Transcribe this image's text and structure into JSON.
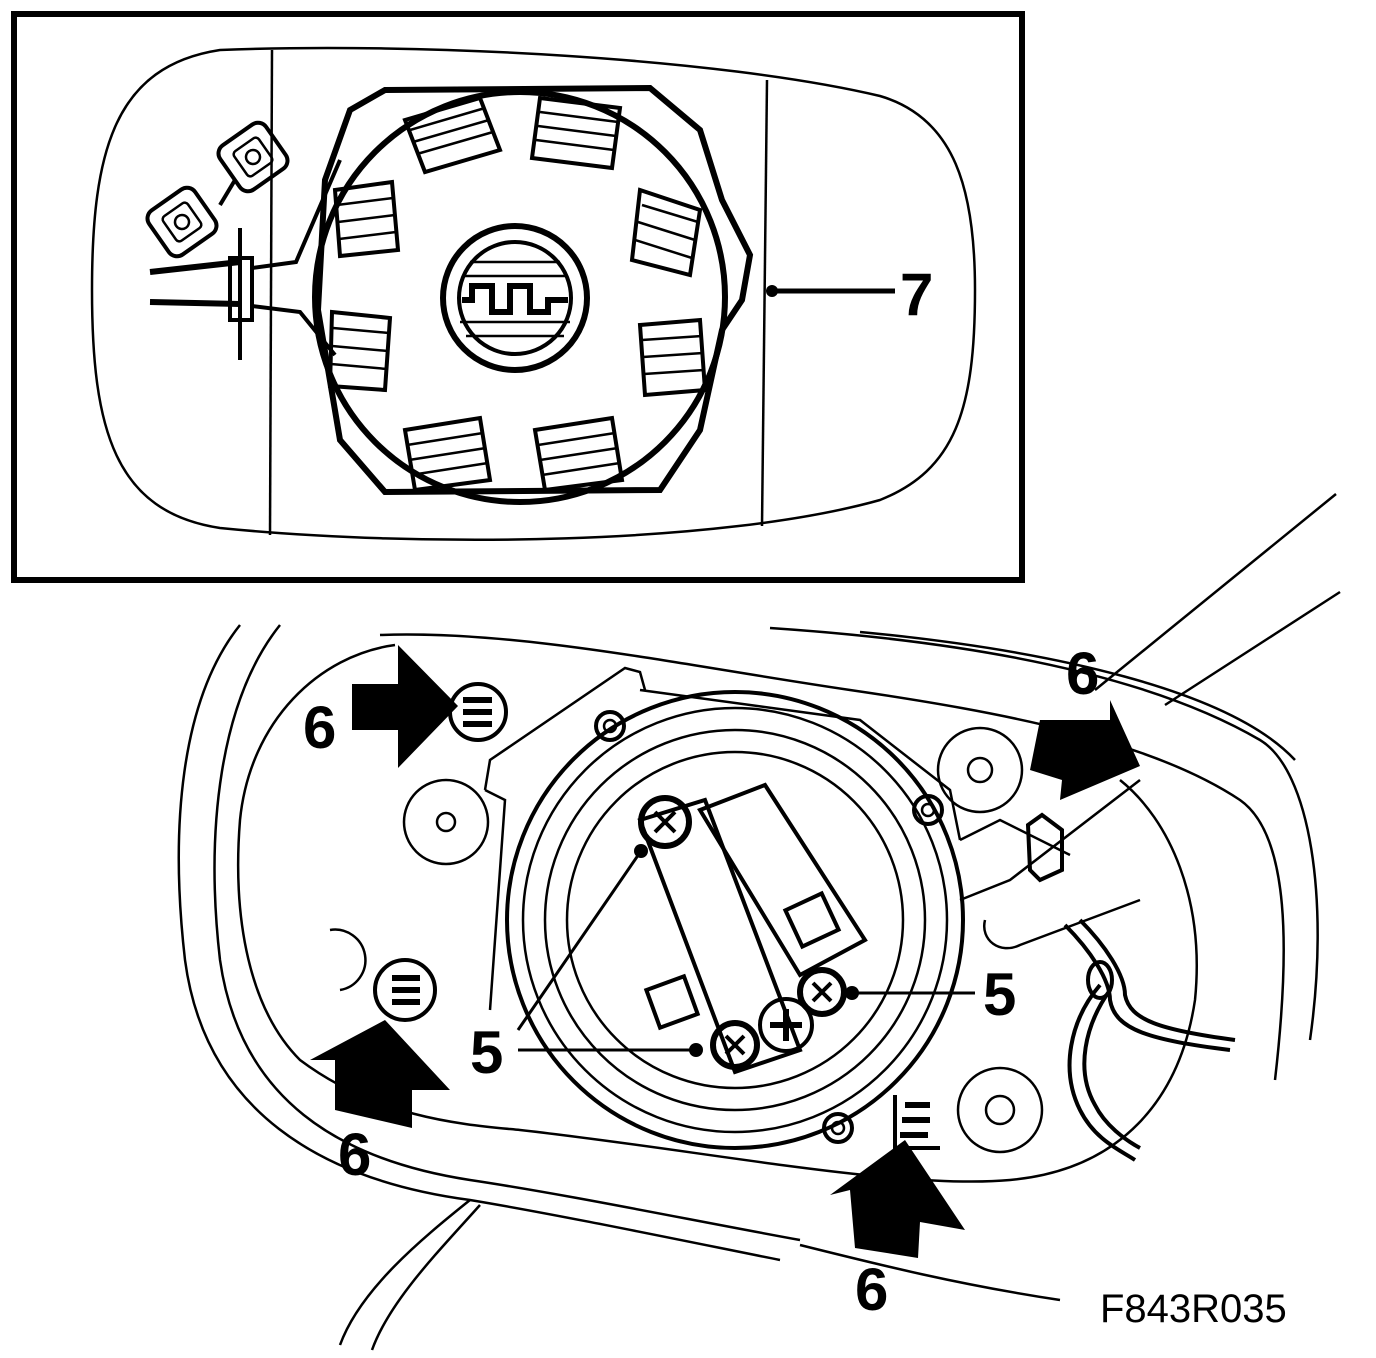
{
  "figure": {
    "code": "F843R035",
    "callouts": {
      "seven": "7",
      "five_a": "5",
      "five_b": "5",
      "six_top_left": "6",
      "six_top_right": "6",
      "six_bottom_left": "6",
      "six_bottom_mid": "6"
    }
  },
  "colors": {
    "ink": "#000000",
    "paper": "#ffffff"
  }
}
